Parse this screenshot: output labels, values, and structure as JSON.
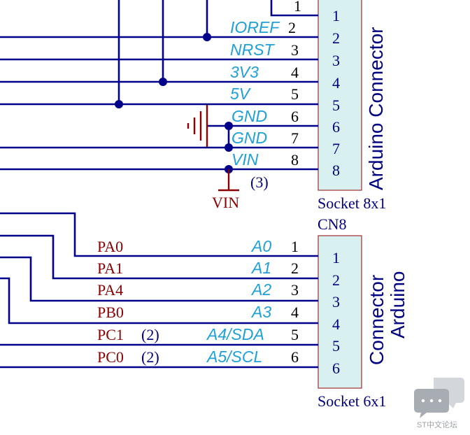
{
  "top_connector": {
    "nets": [
      "IOREF",
      "NRST",
      "3V3",
      "5V",
      "GND",
      "GND",
      "VIN"
    ],
    "net_pins": [
      "2",
      "3",
      "4",
      "5",
      "6",
      "7",
      "8"
    ],
    "top_pin": "1",
    "box_pins": [
      "1",
      "2",
      "3",
      "4",
      "5",
      "6",
      "7",
      "8"
    ],
    "name": "Arduino Connector",
    "footprint": "Socket 8x1",
    "power_label": "VIN",
    "power_ref": "(3)"
  },
  "bottom_connector": {
    "ref": "CN8",
    "signals": [
      "PA0",
      "PA1",
      "PA4",
      "PB0",
      "PC1",
      "PC0"
    ],
    "signal_refs": [
      "",
      "",
      "",
      "",
      "(2)",
      "(2)"
    ],
    "nets": [
      "A0",
      "A1",
      "A2",
      "A3",
      "A4/SDA",
      "A5/SCL"
    ],
    "net_pins": [
      "1",
      "2",
      "3",
      "4",
      "5",
      "6"
    ],
    "box_pins": [
      "1",
      "2",
      "3",
      "4",
      "5",
      "6"
    ],
    "name_line1": "Connector",
    "name_line2": "Arduino",
    "footprint": "Socket 6x1"
  },
  "watermark": "ST中文论坛",
  "colors": {
    "wire": "#00008b",
    "gnd": "#8b0000",
    "net": "#1fa0d8",
    "box": "#d9f0f0"
  }
}
